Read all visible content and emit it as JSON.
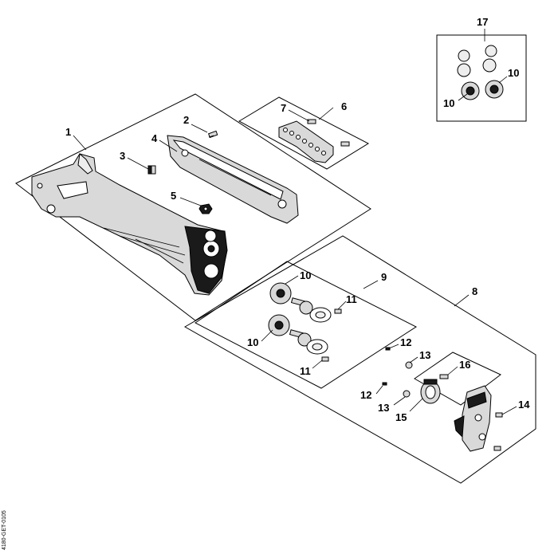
{
  "callouts": {
    "c1": "1",
    "c2": "2",
    "c3": "3",
    "c4": "4",
    "c5": "5",
    "c6": "6",
    "c7": "7",
    "c8": "8",
    "c9": "9",
    "c10a": "10",
    "c10b": "10",
    "c10c": "10",
    "c10d": "10",
    "c11a": "11",
    "c11b": "11",
    "c12a": "12",
    "c12b": "12",
    "c13a": "13",
    "c13b": "13",
    "c14": "14",
    "c15": "15",
    "c16": "16",
    "c17": "17"
  },
  "doc_id": "4180-GET-0105"
}
